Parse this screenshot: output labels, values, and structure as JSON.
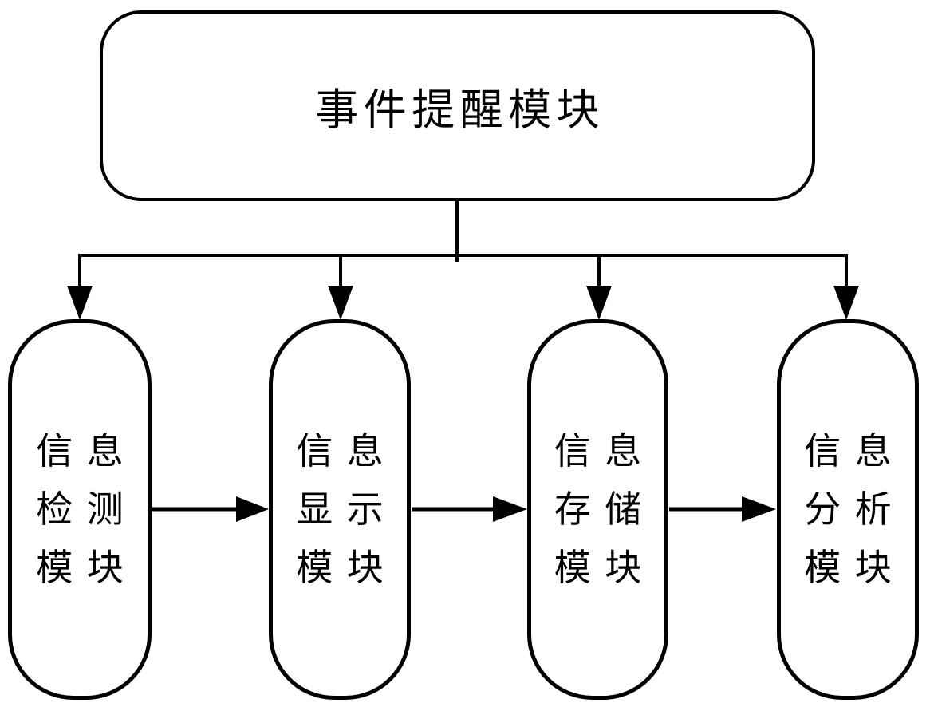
{
  "diagram": {
    "top_module": {
      "label": "事件提醒模块"
    },
    "sub_modules": [
      {
        "label": "信息检测模块",
        "lines": [
          "信息",
          "检测",
          "模块"
        ]
      },
      {
        "label": "信息显示模块",
        "lines": [
          "信息",
          "显示",
          "模块"
        ]
      },
      {
        "label": "信息存储模块",
        "lines": [
          "信息",
          "存储",
          "模块"
        ]
      },
      {
        "label": "信息分析模块",
        "lines": [
          "信息",
          "分析",
          "模块"
        ]
      }
    ],
    "connections": {
      "top_to_children": "事件提醒模块 branches down to all four sub-modules",
      "flow_chain": [
        "信息检测模块 → 信息显示模块",
        "信息显示模块 → 信息存储模块",
        "信息存储模块 → 信息分析模块"
      ]
    },
    "colors": {
      "stroke": "#000000",
      "background": "#ffffff"
    }
  }
}
